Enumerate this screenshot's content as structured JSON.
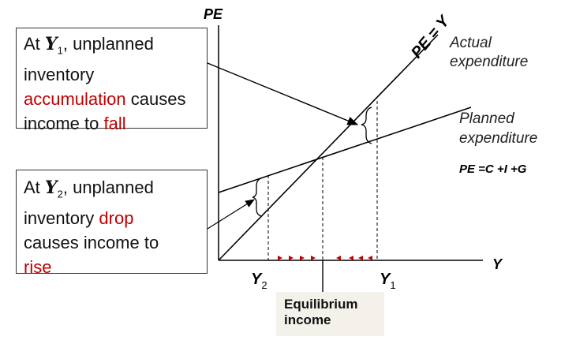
{
  "axes": {
    "y_label": "PE",
    "x_label": "Y"
  },
  "lines": {
    "pe_y_label": "PE = Y",
    "actual_label_1": "Actual",
    "actual_label_2": "expenditure",
    "planned_label_1": "Planned",
    "planned_label_2": "expenditure",
    "planned_formula": "PE =C +I +G"
  },
  "ticks": {
    "y2": "Y",
    "y2_sub": "2",
    "y1": "Y",
    "y1_sub": "1"
  },
  "equilibrium": {
    "line1": "Equilibrium",
    "line2": "income"
  },
  "callout_y1": {
    "at": "At",
    "var": "Y",
    "sub": "1",
    "after_var": ",  unplanned",
    "line2": "inventory",
    "highlight1": "accumulation",
    "line3_rest": " causes",
    "line4_start": "income to ",
    "highlight2": "fall"
  },
  "callout_y2": {
    "at": "At",
    "var": "Y",
    "sub": "2",
    "after_var": ",  unplanned",
    "line2_start": "inventory ",
    "highlight1": "drop",
    "line3": "causes income to",
    "highlight2": "rise"
  },
  "colors": {
    "highlight": "#c00000",
    "arrows": "#c00000",
    "lines": "#000000"
  }
}
